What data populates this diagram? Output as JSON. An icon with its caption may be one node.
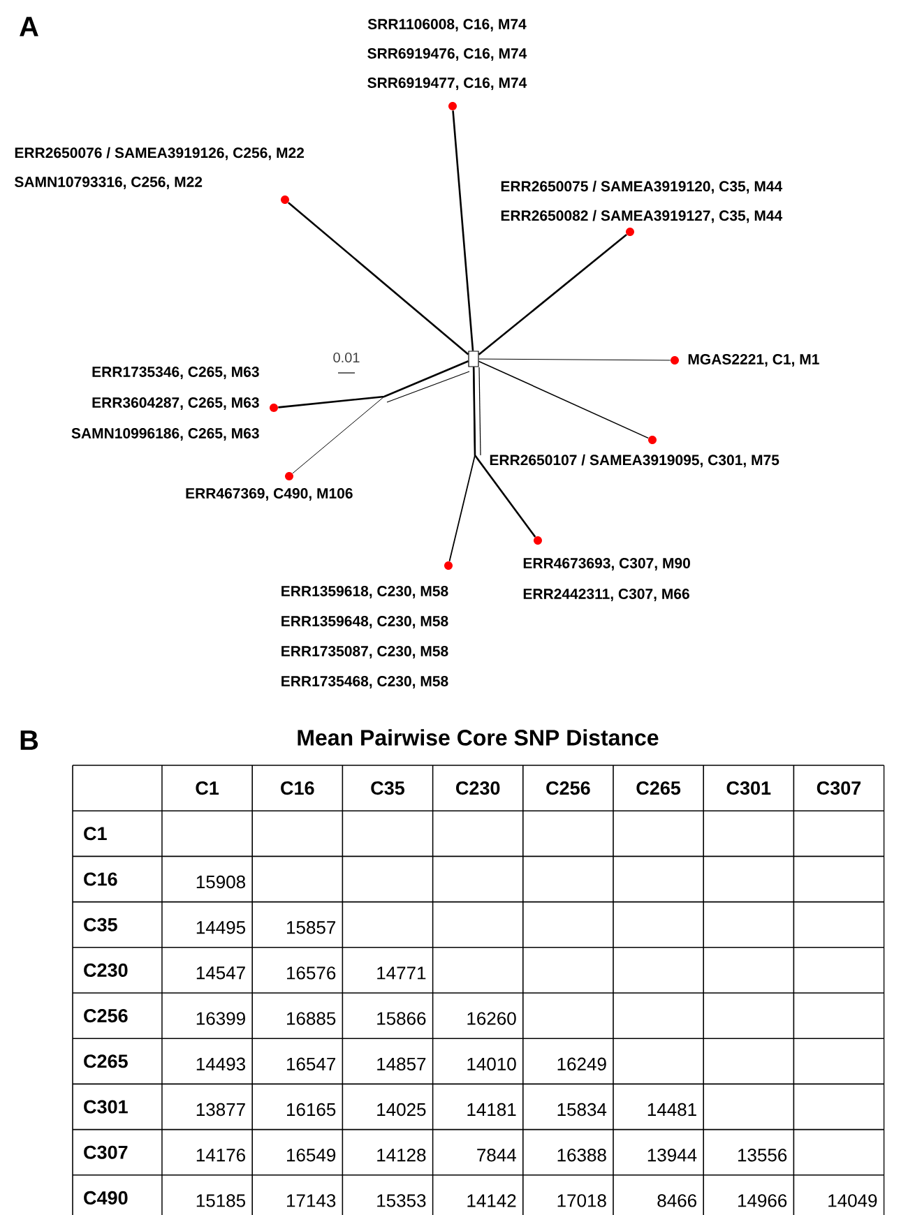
{
  "diagram": {
    "nodes": [
      {
        "text": [],
        "shape": "circle",
        "beside": [
          "SRR1106008, C16, M74",
          "SRR6919476, C16, M74",
          "SRR6919477, C16, M74"
        ]
      },
      {
        "text": [],
        "shape": "circle",
        "beside": [
          "ERR2650076 / SAMEA3919126, C256, M22",
          "SAMN10793316, C256, M22"
        ]
      },
      {
        "text": [],
        "shape": "circle",
        "beside": [
          "ERR2650075 / SAMEA3919120, C35, M44",
          "ERR2650082 / SAMEA3919127, C35, M44"
        ]
      },
      {
        "text": [],
        "shape": "circle",
        "beside": [
          "MGAS2221, C1, M1"
        ]
      },
      {
        "text": [],
        "shape": "circle",
        "beside": [
          "ERR1735346, C265, M63",
          "ERR3604287, C265, M63",
          "SAMN10996186, C265, M63"
        ]
      },
      {
        "text": [],
        "shape": "circle",
        "beside": [
          "ERR2650107 / SAMEA3919095, C301, M75"
        ]
      },
      {
        "text": [],
        "shape": "circle",
        "beside": [
          "ERR467369, C490, M106"
        ]
      },
      {
        "text": [],
        "shape": "circle",
        "beside": [
          "ERR1359618, C230, M58",
          "ERR1359648, C230, M58",
          "ERR1735087, C230, M58",
          "ERR1735468, C230, M58"
        ]
      },
      {
        "text": [],
        "shape": "circle",
        "beside": [
          "ERR4673693, C307, M90",
          "ERR2442311, C307, M66"
        ]
      },
      {
        "text": [],
        "shape": "box"
      }
    ],
    "edges": [
      {
        "from": 9,
        "to": 0,
        "arrow": "none"
      },
      {
        "from": 9,
        "to": 1,
        "arrow": "none"
      },
      {
        "from": 9,
        "to": 2,
        "arrow": "none"
      },
      {
        "from": 9,
        "to": 3,
        "arrow": "none"
      },
      {
        "from": 9,
        "to": 4,
        "arrow": "none"
      },
      {
        "from": 9,
        "to": 5,
        "arrow": "none"
      },
      {
        "from": 9,
        "to": 6,
        "arrow": "none"
      },
      {
        "from": 9,
        "to": 7,
        "arrow": "none"
      },
      {
        "from": 9,
        "to": 8,
        "arrow": "none"
      }
    ],
    "labels": [
      "A",
      "0.01",
      "B",
      "Mean Pairwise Core SNP Distance",
      "C1",
      "C16",
      "C35",
      "C230",
      "C256",
      "C265",
      "C301",
      "C307",
      "C1",
      "C16",
      "15908",
      "C35",
      "14495",
      "15857",
      "C230",
      "14547",
      "16576",
      "14771",
      "C256",
      "16399",
      "16885",
      "15866",
      "16260",
      "C265",
      "14493",
      "16547",
      "14857",
      "14010",
      "16249",
      "C301",
      "13877",
      "16165",
      "14025",
      "14181",
      "15834",
      "14481",
      "C307",
      "14176",
      "16549",
      "14128",
      "7844",
      "16388",
      "13944",
      "13556",
      "C490",
      "15185",
      "17143",
      "15353",
      "14142",
      "17018",
      "8466",
      "14966",
      "14049"
    ]
  }
}
